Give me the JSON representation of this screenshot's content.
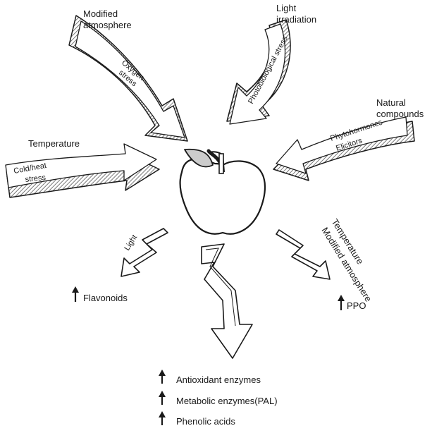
{
  "stressors": {
    "modified_atmosphere": {
      "line1": "Modified",
      "line2": "atmosphere",
      "inner1": "Oxygen",
      "inner2": "stress"
    },
    "light_irradiation": {
      "line1": "Light",
      "line2": "irradiation",
      "inner": "Photobiological stress"
    },
    "natural_compounds": {
      "line1": "Natural",
      "line2": "compounds",
      "inner1": "Phytohormones",
      "inner2": "Elicitors"
    },
    "temperature": {
      "label": "Temperature",
      "inner1": "Cold/heat",
      "inner2": "stress"
    }
  },
  "responses": {
    "left_trigger": "Light",
    "left_result": "Flavonoids",
    "right_trigger1": "Temperature",
    "right_trigger2": "Modified atmosphere",
    "right_result": "PPO",
    "bottom_results": [
      "Antioxidant enzymes",
      "Metabolic enzymes(PAL)",
      "Phenolic acids"
    ]
  },
  "colors": {
    "ink": "#1a1a1a",
    "leaf": "#cccccc",
    "hatch": "#555555"
  }
}
